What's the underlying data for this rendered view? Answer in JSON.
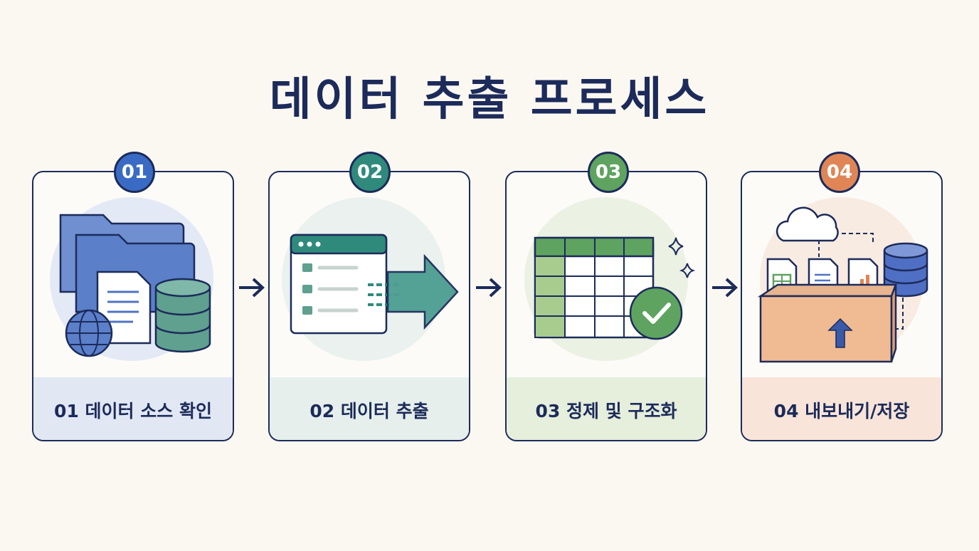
{
  "title": "데이터 추출 프로세스",
  "steps": [
    {
      "number": "01",
      "label": "01 데이터 소스 확인",
      "color": "#3a6bc4",
      "band": "#e1e8f4"
    },
    {
      "number": "02",
      "label": "02 데이터 추출",
      "color": "#2f8a7c",
      "band": "#e6efec"
    },
    {
      "number": "03",
      "label": "03 정제 및 구조화",
      "color": "#5ea35f",
      "band": "#e6eedc"
    },
    {
      "number": "04",
      "label": "04 내보내기/저장",
      "color": "#e08556",
      "band": "#f8e4d8"
    }
  ],
  "icons": [
    "folder-icon",
    "document-icon",
    "globe-icon",
    "database-icon",
    "browser-window-icon",
    "arrow-icon",
    "spreadsheet-icon",
    "check-icon",
    "sparkle-icon",
    "cloud-icon",
    "box-icon",
    "upload-arrow-icon"
  ],
  "colors": {
    "navy": "#1c2b5a",
    "background": "#fbf8f2"
  }
}
